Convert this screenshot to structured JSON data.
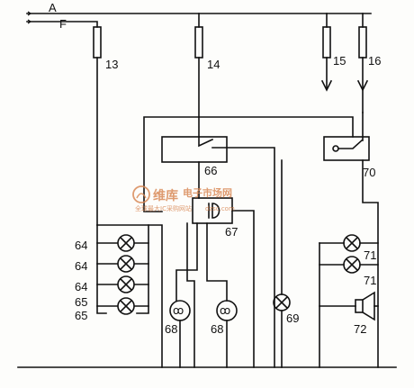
{
  "wires": {
    "a": "A",
    "f": "F"
  },
  "fuses": [
    "13",
    "14",
    "15",
    "16"
  ],
  "components": {
    "flasher_relay": "66",
    "buzzer": "67",
    "hazard_switch": "70",
    "lamps_left": [
      "64",
      "64",
      "64",
      "65",
      "65"
    ],
    "indicator_68a": "68",
    "indicator_68b": "68",
    "indicator_69": "69",
    "lamps_right": [
      "71",
      "71"
    ],
    "horn": "72"
  },
  "watermark": {
    "brand": "维库",
    "site": "电子市场网",
    "slogan": "全球最大IC采购网站",
    "domain": "dzsc.com"
  },
  "colors": {
    "line": "#111111",
    "watermark": "#d98a58"
  }
}
